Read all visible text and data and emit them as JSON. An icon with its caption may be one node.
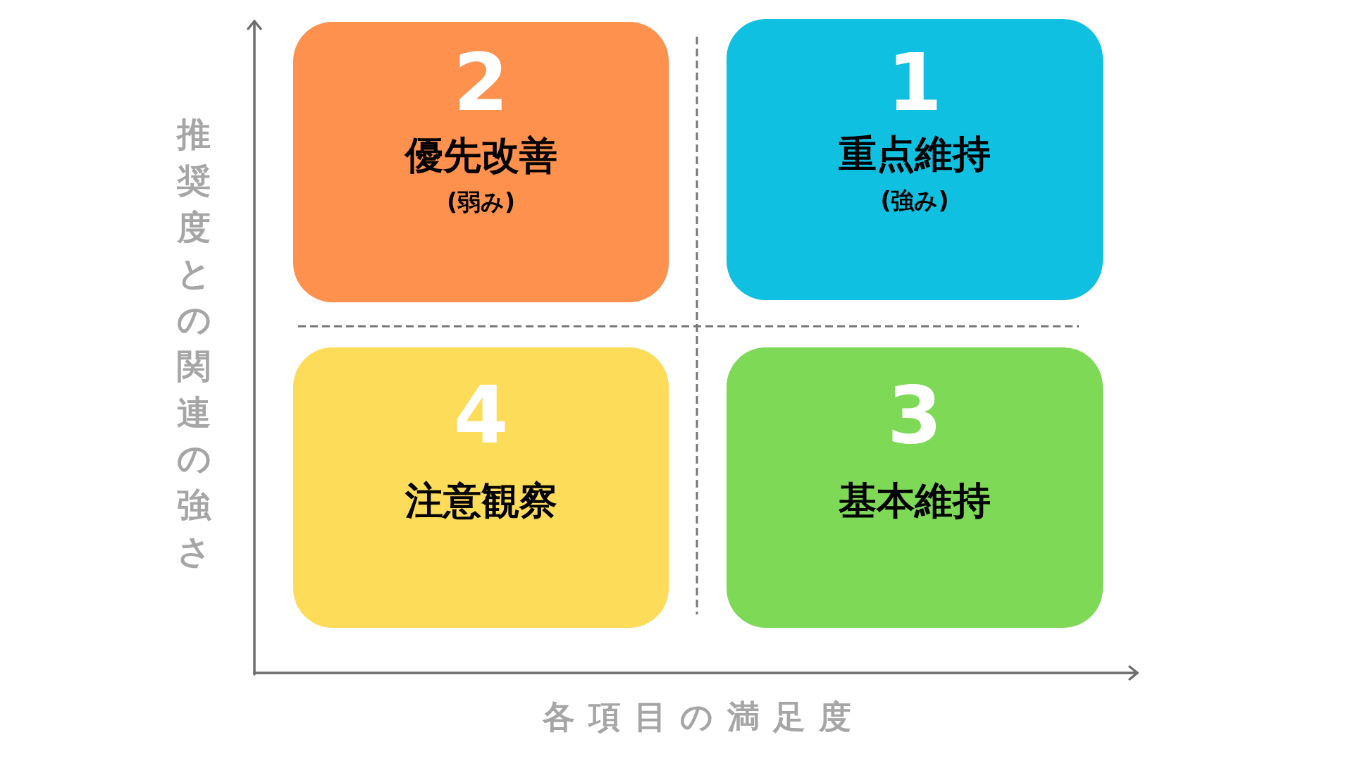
{
  "diagram": {
    "nodes": [
      {
        "text": [
          "2",
          "優先改善",
          "(弱み)"
        ]
      },
      {
        "text": [
          "1",
          "重点維持",
          "(強み)"
        ]
      },
      {
        "text": [
          "4",
          "注意観察"
        ]
      },
      {
        "text": [
          "3",
          "基本維持"
        ]
      }
    ],
    "labels": [
      "推奨度との関連の強さ",
      "各項目の満足度"
    ]
  }
}
